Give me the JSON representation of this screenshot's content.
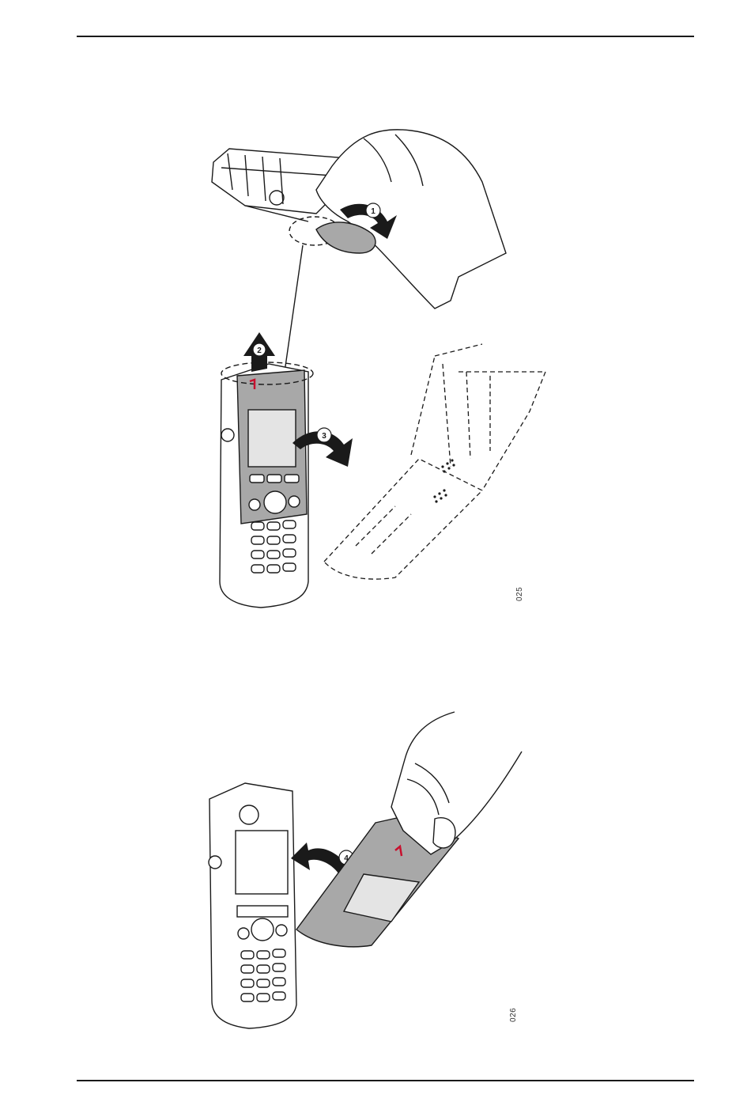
{
  "figures": [
    {
      "code": "025"
    },
    {
      "code": "026"
    }
  ],
  "step_badges": {
    "step_1": "1",
    "step_2": "2",
    "step_3": "3",
    "step_4": "4"
  },
  "colors": {
    "line": "#1a1a1a",
    "cover_fill": "#a8a8a8",
    "screen_fill": "#e4e4e4",
    "accent_red": "#c8102e"
  },
  "icons": [
    "arrow-up-icon",
    "curved-arrow-icon",
    "hand-icon",
    "phone-icon"
  ]
}
